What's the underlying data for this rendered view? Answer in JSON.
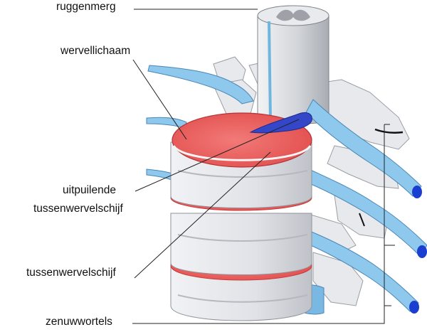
{
  "labels": {
    "spinal_cord": "ruggenmerg",
    "vertebral_body": "wervellichaam",
    "herniated_disc_line1": "uitpuilende",
    "herniated_disc_line2": "tussenwervelschijf",
    "intervertebral_disc": "tussenwervelschijf",
    "nerve_roots": "zenuwwortels"
  },
  "colors": {
    "vertebra_fill": "#e3e5ea",
    "vertebra_shade": "#c3c6cc",
    "disc_red": "#e85a5a",
    "disc_edge": "#c83a3c",
    "nerve_blue": "#8ec8ec",
    "nerve_tip": "#1a3fd0",
    "herniation_blue": "#3347c8",
    "cord_gray": "#c4c7cc",
    "leader_line": "#222222"
  }
}
